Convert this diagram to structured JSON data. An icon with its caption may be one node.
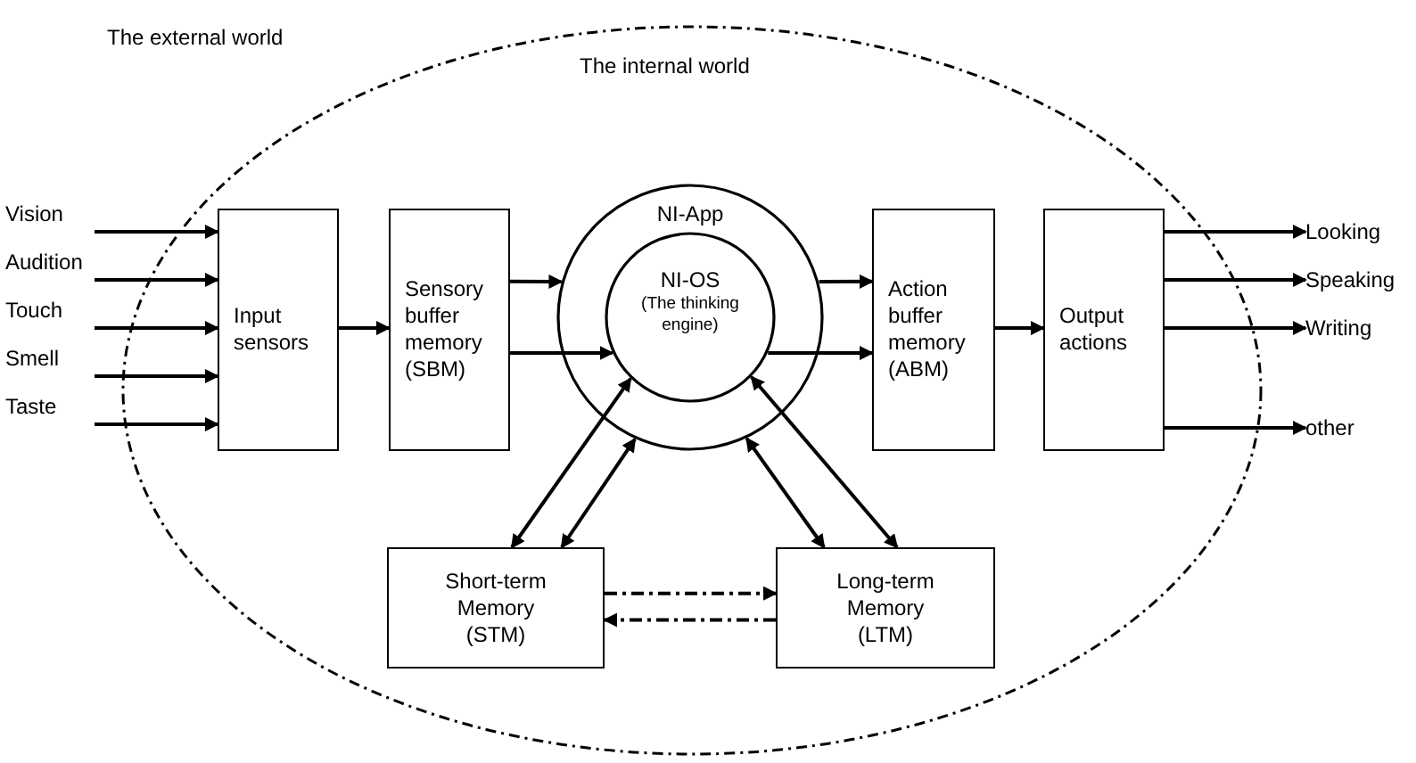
{
  "diagram": {
    "nodes": [
      {
        "text": [
          "The internal world"
        ]
      },
      {
        "text": [
          "Vision"
        ]
      },
      {
        "text": [
          "Audition"
        ]
      },
      {
        "text": [
          "Touch"
        ]
      },
      {
        "text": [
          "Smell"
        ]
      },
      {
        "text": [
          "Taste"
        ]
      },
      {
        "text": [
          "Input sensors"
        ],
        "in": 0
      },
      {
        "text": [
          "Sensory buffer memory (SBM)"
        ],
        "in": 0
      },
      {
        "text": [
          "NI-App"
        ],
        "in": 0
      },
      {
        "text": [
          "NI-OS",
          "(The thinking engine)"
        ],
        "in": 8
      },
      {
        "text": [
          "Action buffer memory (ABM)"
        ],
        "in": 0
      },
      {
        "text": [
          "Output actions"
        ],
        "in": 0
      },
      {
        "text": [
          "Looking"
        ]
      },
      {
        "text": [
          "Speaking"
        ]
      },
      {
        "text": [
          "Writing"
        ]
      },
      {
        "text": [
          "other"
        ]
      },
      {
        "text": [
          "Short-term Memory (STM)"
        ],
        "in": 0
      },
      {
        "text": [
          "Long-term Memory (LTM)"
        ],
        "in": 0
      }
    ],
    "edges": [
      {
        "from": 1,
        "to": 6,
        "arrow": "to"
      },
      {
        "from": 2,
        "to": 6,
        "arrow": "to"
      },
      {
        "from": 3,
        "to": 6,
        "arrow": "to"
      },
      {
        "from": 4,
        "to": 6,
        "arrow": "to"
      },
      {
        "from": 5,
        "to": 6,
        "arrow": "to"
      },
      {
        "from": 6,
        "to": 7,
        "arrow": "to"
      },
      {
        "from": 7,
        "to": 8,
        "arrow": "to"
      },
      {
        "from": 7,
        "to": 9,
        "arrow": "to"
      },
      {
        "from": 8,
        "to": 10,
        "arrow": "to"
      },
      {
        "from": 9,
        "to": 10,
        "arrow": "to"
      },
      {
        "from": 10,
        "to": 11,
        "arrow": "to"
      },
      {
        "from": 11,
        "to": 12,
        "arrow": "to"
      },
      {
        "from": 11,
        "to": 13,
        "arrow": "to"
      },
      {
        "from": 11,
        "to": 14,
        "arrow": "to"
      },
      {
        "from": 11,
        "to": 15,
        "arrow": "to"
      },
      {
        "from": 16,
        "to": 9,
        "arrow": "both"
      },
      {
        "from": 16,
        "to": 8,
        "arrow": "both"
      },
      {
        "from": 17,
        "to": 9,
        "arrow": "both"
      },
      {
        "from": 17,
        "to": 8,
        "arrow": "both"
      },
      {
        "from": 16,
        "to": 17,
        "arrow": "to",
        "style": "dashed"
      },
      {
        "from": 17,
        "to": 16,
        "arrow": "to",
        "style": "dashed"
      }
    ],
    "labels": [
      "The external world"
    ]
  }
}
